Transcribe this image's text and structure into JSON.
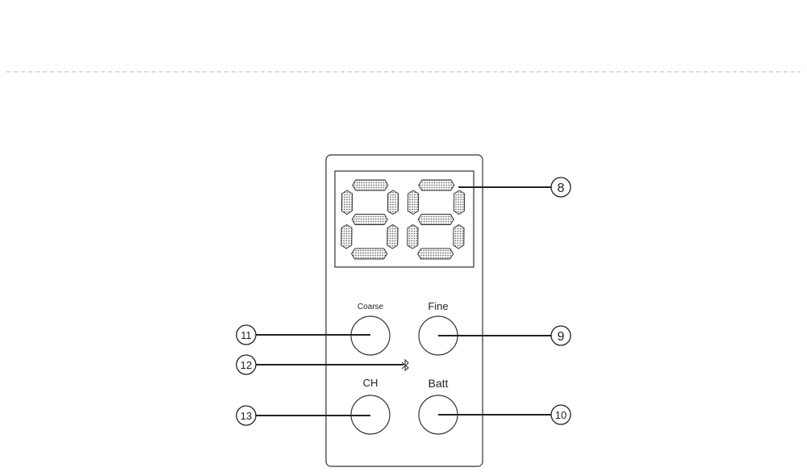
{
  "colors": {
    "stroke": "#333333",
    "divider": "#bbbbbb",
    "dots": "#666666"
  },
  "display": {
    "digits": [
      "8",
      "8"
    ]
  },
  "buttons": {
    "coarse": "Coarse",
    "fine": "Fine",
    "ch": "CH",
    "batt": "Batt"
  },
  "icons": {
    "status": "bluetooth-icon"
  },
  "callouts": {
    "display": "8",
    "fine": "9",
    "batt": "10",
    "coarse": "11",
    "bluetooth": "12",
    "ch": "13"
  }
}
